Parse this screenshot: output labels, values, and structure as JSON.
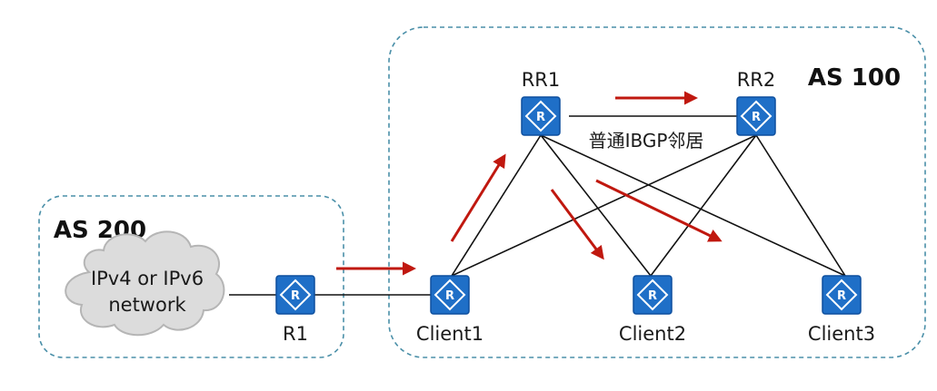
{
  "colors": {
    "router_fill": "#1f6fc7",
    "router_border": "#0d4f9e",
    "as_border": "#4a8fa8",
    "link": "#111111",
    "arrow": "#c0180f",
    "cloud_fill": "#dcdcdc",
    "cloud_stroke": "#b5b5b5"
  },
  "icons": {
    "router": "router-icon",
    "cloud": "cloud-icon"
  },
  "as_regions": {
    "as100": {
      "label": "AS 100"
    },
    "as200": {
      "label": "AS 200"
    }
  },
  "cloud": {
    "line1": "IPv4 or IPv6",
    "line2": "network"
  },
  "routers": {
    "rr1": {
      "label": "RR1"
    },
    "rr2": {
      "label": "RR2"
    },
    "r1": {
      "label": "R1"
    },
    "client1": {
      "label": "Client1"
    },
    "client2": {
      "label": "Client2"
    },
    "client3": {
      "label": "Client3"
    }
  },
  "links": [
    {
      "from": "cloud",
      "to": "r1"
    },
    {
      "from": "r1",
      "to": "client1"
    },
    {
      "from": "rr1",
      "to": "rr2"
    },
    {
      "from": "rr1",
      "to": "client1"
    },
    {
      "from": "rr1",
      "to": "client2"
    },
    {
      "from": "rr1",
      "to": "client3"
    },
    {
      "from": "rr2",
      "to": "client1"
    },
    {
      "from": "rr2",
      "to": "client2"
    },
    {
      "from": "rr2",
      "to": "client3"
    }
  ],
  "peer_label": "普通IBGP邻居",
  "route_flow": [
    {
      "from": "r1",
      "to": "client1"
    },
    {
      "from": "client1",
      "to": "rr1"
    },
    {
      "from": "rr1",
      "to": "rr2"
    },
    {
      "from": "rr1",
      "to": "client2"
    },
    {
      "from": "rr1",
      "to": "client3"
    }
  ]
}
